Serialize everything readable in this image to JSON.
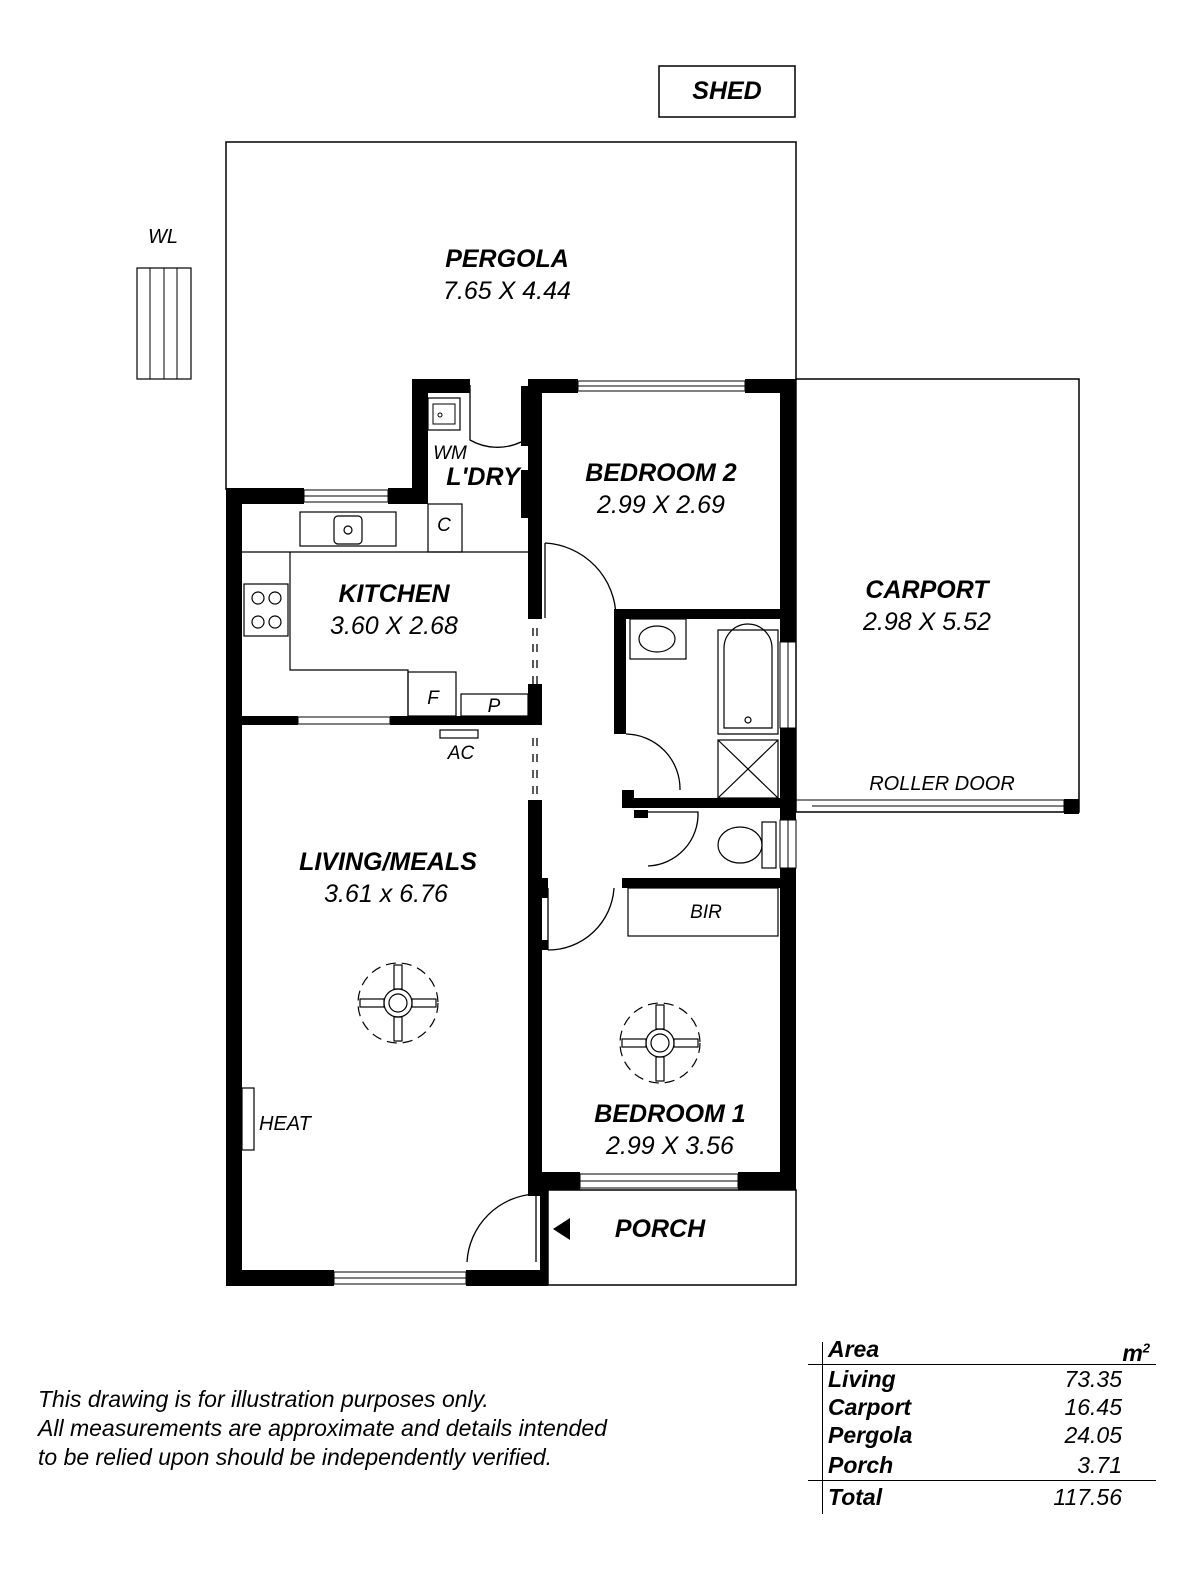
{
  "rooms": {
    "shed": "SHED",
    "pergola": {
      "name": "PERGOLA",
      "dims": "7.65 X 4.44"
    },
    "laundry": "L'DRY",
    "bedroom2": {
      "name": "BEDROOM 2",
      "dims": "2.99 X 2.69"
    },
    "kitchen": {
      "name": "KITCHEN",
      "dims": "3.60 X 2.68"
    },
    "carport": {
      "name": "CARPORT",
      "dims": "2.98 X 5.52"
    },
    "living": {
      "name": "LIVING/MEALS",
      "dims": "3.61 x 6.76"
    },
    "bedroom1": {
      "name": "BEDROOM 1",
      "dims": "2.99 X 3.56"
    },
    "porch": "PORCH"
  },
  "fixtures": {
    "wl": "WL",
    "wm": "WM",
    "c": "C",
    "f": "F",
    "p": "P",
    "ac": "AC",
    "bir": "BIR",
    "heat": "HEAT",
    "roller_door": "ROLLER DOOR"
  },
  "disclaimer": [
    "This drawing is for illustration purposes only.",
    " All measurements are approximate and details intended",
    "to be relied upon should be independently verified."
  ],
  "area_table": {
    "header_label": "Area",
    "unit": "m",
    "unit_sup": "2",
    "rows": [
      {
        "label": "Living",
        "value": "73.35"
      },
      {
        "label": "Carport",
        "value": "16.45"
      },
      {
        "label": "Pergola",
        "value": "24.05"
      },
      {
        "label": "Porch",
        "value": "3.71"
      }
    ],
    "total_label": "Total",
    "total_value": "117.56"
  }
}
